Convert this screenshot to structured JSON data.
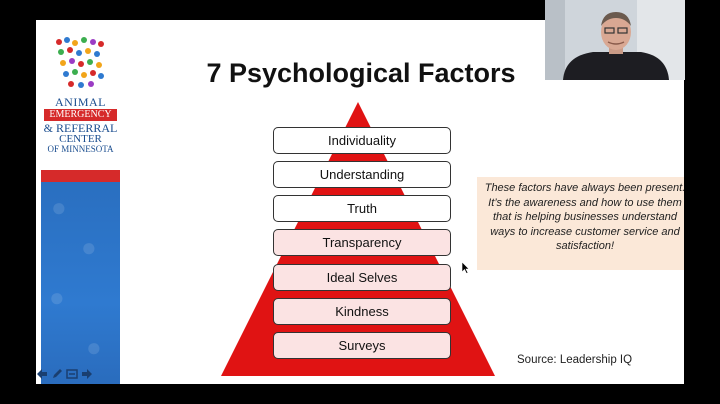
{
  "slide": {
    "title": "7 Psychological Factors",
    "factors": [
      "Individuality",
      "Understanding",
      "Truth",
      "Transparency",
      "Ideal Selves",
      "Kindness",
      "Surveys"
    ],
    "note": "These factors have always been present.  It’s the awareness and how to use them that is helping businesses understand ways to increase customer service and satisfaction!",
    "source": "Source: Leadership IQ"
  },
  "logo": {
    "line1": "ANIMAL",
    "line2": "EMERGENCY",
    "line3": "& REFERRAL",
    "line4": "CENTER",
    "line5": "OF MINNESOTA"
  },
  "nav_icons": [
    "back-arrow-icon",
    "pen-icon",
    "menu-icon",
    "forward-arrow-icon"
  ],
  "colors": {
    "triangle": "#e01313",
    "brand_red": "#d62a2a",
    "brand_blue": "#1a4d8f",
    "note_bg": "#fbe8d8"
  }
}
